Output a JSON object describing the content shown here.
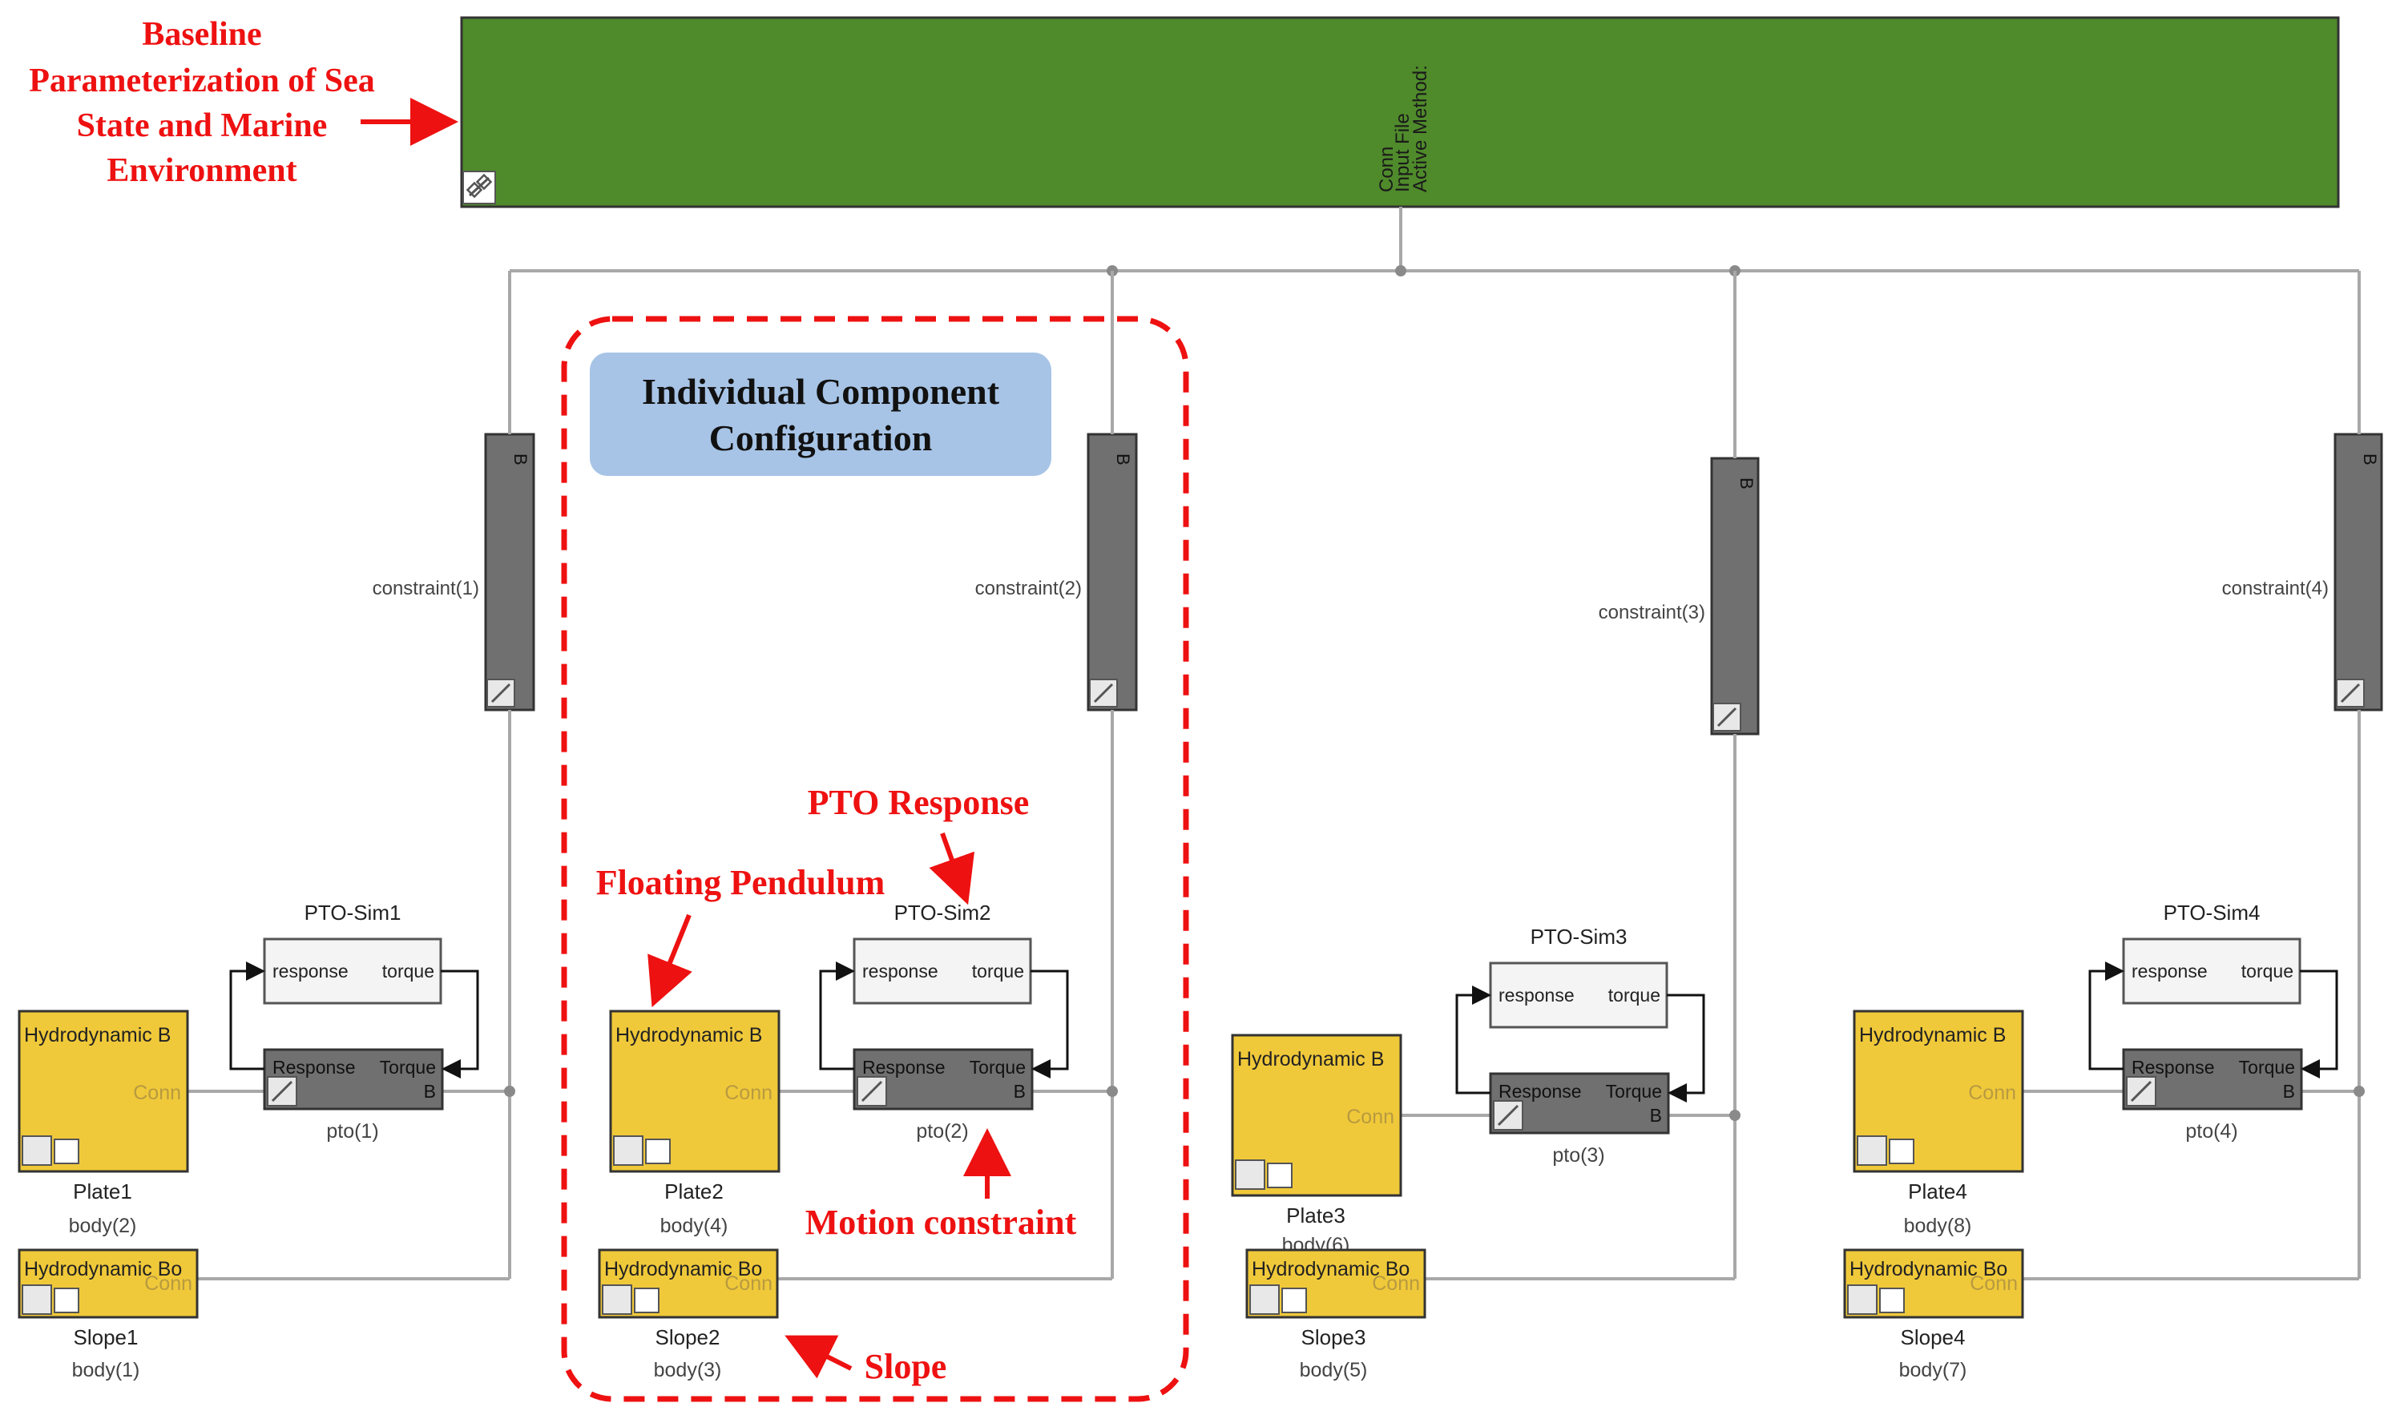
{
  "annotations": {
    "baseline_line1": "Baseline",
    "baseline_line2": "Parameterization of Sea",
    "baseline_line3": "State and Marine",
    "baseline_line4": "Environment",
    "individual_line1": "Individual Component",
    "individual_line2": "Configuration",
    "pto_response": "PTO Response",
    "floating_pendulum": "Floating Pendulum",
    "motion_constraint": "Motion constraint",
    "slope": "Slope"
  },
  "global_block": {
    "text1": "Input File",
    "text2": "Active Method:",
    "text3": "Conn"
  },
  "colors": {
    "annotation_red": "#ee1111",
    "green_block": "#4f8a2b",
    "body_yellow": "#f0c93a",
    "constraint_gray": "#707070",
    "config_box": "#a7c4e6",
    "wire": "#a8a8a8"
  },
  "ports": {
    "constraint_port": "B",
    "conn": "Conn",
    "hydro_body_label": "Hydrodynamic B",
    "hydro_slope_label": "Hydrodynamic Bo",
    "sim_response": "response",
    "sim_torque": "torque",
    "pto_response": "Response",
    "pto_torque": "Torque",
    "pto_port": "B"
  },
  "modules": [
    {
      "constraint": "constraint(1)",
      "pto_sim": "PTO-Sim1",
      "pto": "pto(1)",
      "plate": "Plate1",
      "plate_body": "body(2)",
      "slope": "Slope1",
      "slope_body": "body(1)"
    },
    {
      "constraint": "constraint(2)",
      "pto_sim": "PTO-Sim2",
      "pto": "pto(2)",
      "plate": "Plate2",
      "plate_body": "body(4)",
      "slope": "Slope2",
      "slope_body": "body(3)"
    },
    {
      "constraint": "constraint(3)",
      "pto_sim": "PTO-Sim3",
      "pto": "pto(3)",
      "plate": "Plate3",
      "plate_body": "body(6)",
      "slope": "Slope3",
      "slope_body": "body(5)"
    },
    {
      "constraint": "constraint(4)",
      "pto_sim": "PTO-Sim4",
      "pto": "pto(4)",
      "plate": "Plate4",
      "plate_body": "body(8)",
      "slope": "Slope4",
      "slope_body": "body(7)"
    }
  ]
}
